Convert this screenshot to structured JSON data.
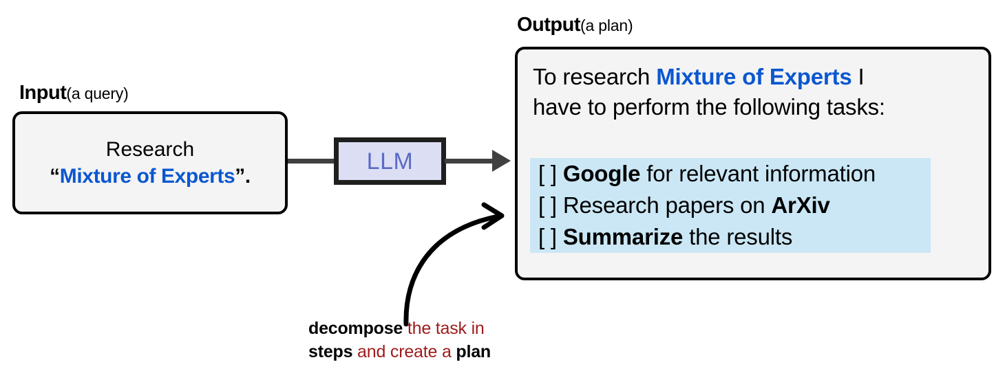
{
  "input": {
    "caption_strong": "Input",
    "caption_light": "(a query)",
    "line1": "Research",
    "quote_open": "“",
    "query_term": "Mixture of Experts",
    "quote_close": "”."
  },
  "llm": {
    "label": "LLM"
  },
  "output": {
    "caption_strong": "Output",
    "caption_light": "(a plan)",
    "line1_pre": "To research ",
    "line1_term": "Mixture of Experts",
    "line1_post": " I",
    "line2": "have to perform the following tasks:",
    "tasks": [
      {
        "checkbox": "[ ]",
        "bold": "Google",
        "rest": " for relevant information",
        "bold_first": true
      },
      {
        "checkbox": "[ ]",
        "lead": "Research papers on ",
        "bold": "ArXiv",
        "rest": "",
        "bold_first": false
      },
      {
        "checkbox": "[ ]",
        "bold": "Summarize",
        "rest": " the results",
        "bold_first": true
      }
    ]
  },
  "annotation": {
    "line1_bold": "decompose",
    "line1_rest": " the task in",
    "line2_bold": "steps",
    "line2_mid": " and create a ",
    "line2_bold2": "plan"
  },
  "colors": {
    "accent_blue": "#0b57d0",
    "llm_fill": "#dcdff4",
    "llm_text": "#5b6ac4",
    "highlight_blue": "#cbe7f5",
    "panel_fill": "#f4f4f4",
    "arrow_gray": "#404040",
    "annotation_red": "#9e1b1b",
    "border_black": "#000000"
  }
}
